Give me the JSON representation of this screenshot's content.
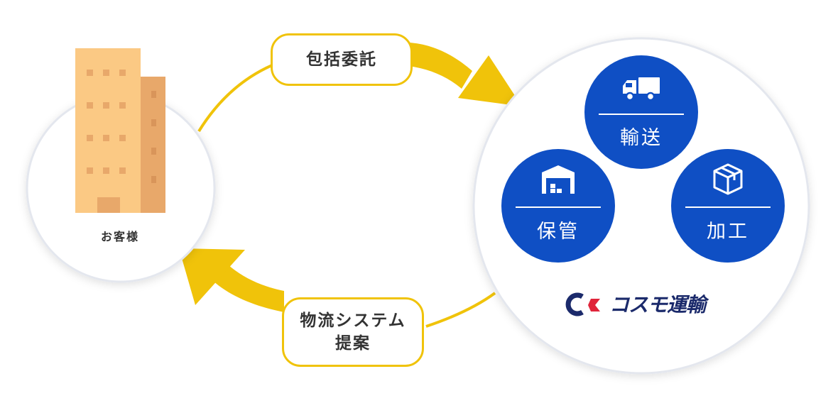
{
  "customer": {
    "label": "お客様"
  },
  "flows": {
    "outsourcing": {
      "label": "包括委託"
    },
    "proposal": {
      "lines": [
        "物流システム",
        "提案"
      ]
    }
  },
  "services": {
    "transport": {
      "label": "輸送"
    },
    "storage": {
      "label": "保管"
    },
    "processing": {
      "label": "加工"
    }
  },
  "company": {
    "name": "コスモ運輸"
  },
  "colors": {
    "arrow": "#f0c30a",
    "service": "#0f4fc4",
    "building": "#fbc984",
    "building_shade": "#e8a86a",
    "company_blue": "#1b2a6b",
    "company_red": "#e0243a"
  },
  "icons": {
    "transport": "truck-icon",
    "storage": "warehouse-icon",
    "processing": "box-icon"
  }
}
